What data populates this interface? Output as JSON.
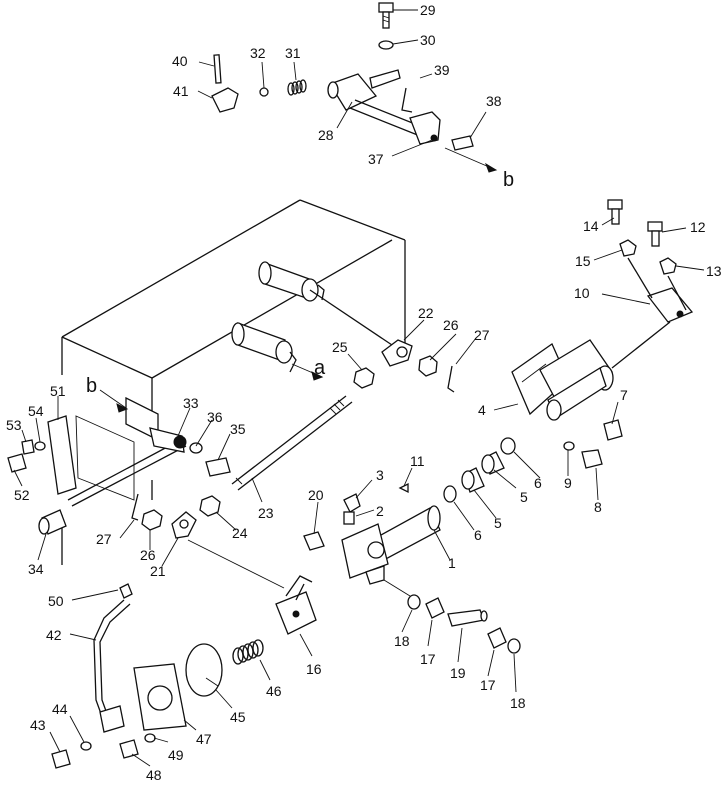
{
  "callouts": [
    {
      "id": "c29",
      "text": "29"
    },
    {
      "id": "c30",
      "text": "30"
    },
    {
      "id": "c31",
      "text": "31"
    },
    {
      "id": "c32",
      "text": "32"
    },
    {
      "id": "c40",
      "text": "40"
    },
    {
      "id": "c41",
      "text": "41"
    },
    {
      "id": "c39",
      "text": "39"
    },
    {
      "id": "c38",
      "text": "38"
    },
    {
      "id": "c28",
      "text": "28"
    },
    {
      "id": "c37",
      "text": "37"
    },
    {
      "id": "cb1",
      "text": "b"
    },
    {
      "id": "c14",
      "text": "14"
    },
    {
      "id": "c12",
      "text": "12"
    },
    {
      "id": "c15",
      "text": "15"
    },
    {
      "id": "c13",
      "text": "13"
    },
    {
      "id": "c10",
      "text": "10"
    },
    {
      "id": "c22",
      "text": "22"
    },
    {
      "id": "c26a",
      "text": "26"
    },
    {
      "id": "c27a",
      "text": "27"
    },
    {
      "id": "c25",
      "text": "25"
    },
    {
      "id": "ca",
      "text": "a"
    },
    {
      "id": "c4",
      "text": "4"
    },
    {
      "id": "c7",
      "text": "7"
    },
    {
      "id": "cb2",
      "text": "b"
    },
    {
      "id": "c51",
      "text": "51"
    },
    {
      "id": "c54",
      "text": "54"
    },
    {
      "id": "c53",
      "text": "53"
    },
    {
      "id": "c33",
      "text": "33"
    },
    {
      "id": "c36",
      "text": "36"
    },
    {
      "id": "c35",
      "text": "35"
    },
    {
      "id": "c52",
      "text": "52"
    },
    {
      "id": "c11",
      "text": "11"
    },
    {
      "id": "c3",
      "text": "3"
    },
    {
      "id": "c2",
      "text": "2"
    },
    {
      "id": "c20",
      "text": "20"
    },
    {
      "id": "c6a",
      "text": "6"
    },
    {
      "id": "c9",
      "text": "9"
    },
    {
      "id": "c5a",
      "text": "5"
    },
    {
      "id": "c5b",
      "text": "5"
    },
    {
      "id": "c6b",
      "text": "6"
    },
    {
      "id": "c8",
      "text": "8"
    },
    {
      "id": "c1",
      "text": "1"
    },
    {
      "id": "c23",
      "text": "23"
    },
    {
      "id": "c24",
      "text": "24"
    },
    {
      "id": "c27b",
      "text": "27"
    },
    {
      "id": "c26b",
      "text": "26"
    },
    {
      "id": "c34",
      "text": "34"
    },
    {
      "id": "c21",
      "text": "21"
    },
    {
      "id": "c50",
      "text": "50"
    },
    {
      "id": "c42",
      "text": "42"
    },
    {
      "id": "c16",
      "text": "16"
    },
    {
      "id": "c18a",
      "text": "18"
    },
    {
      "id": "c17a",
      "text": "17"
    },
    {
      "id": "c19",
      "text": "19"
    },
    {
      "id": "c17b",
      "text": "17"
    },
    {
      "id": "c18b",
      "text": "18"
    },
    {
      "id": "c46",
      "text": "46"
    },
    {
      "id": "c45",
      "text": "45"
    },
    {
      "id": "c47",
      "text": "47"
    },
    {
      "id": "c44",
      "text": "44"
    },
    {
      "id": "c43",
      "text": "43"
    },
    {
      "id": "c49",
      "text": "49"
    },
    {
      "id": "c48",
      "text": "48"
    }
  ]
}
